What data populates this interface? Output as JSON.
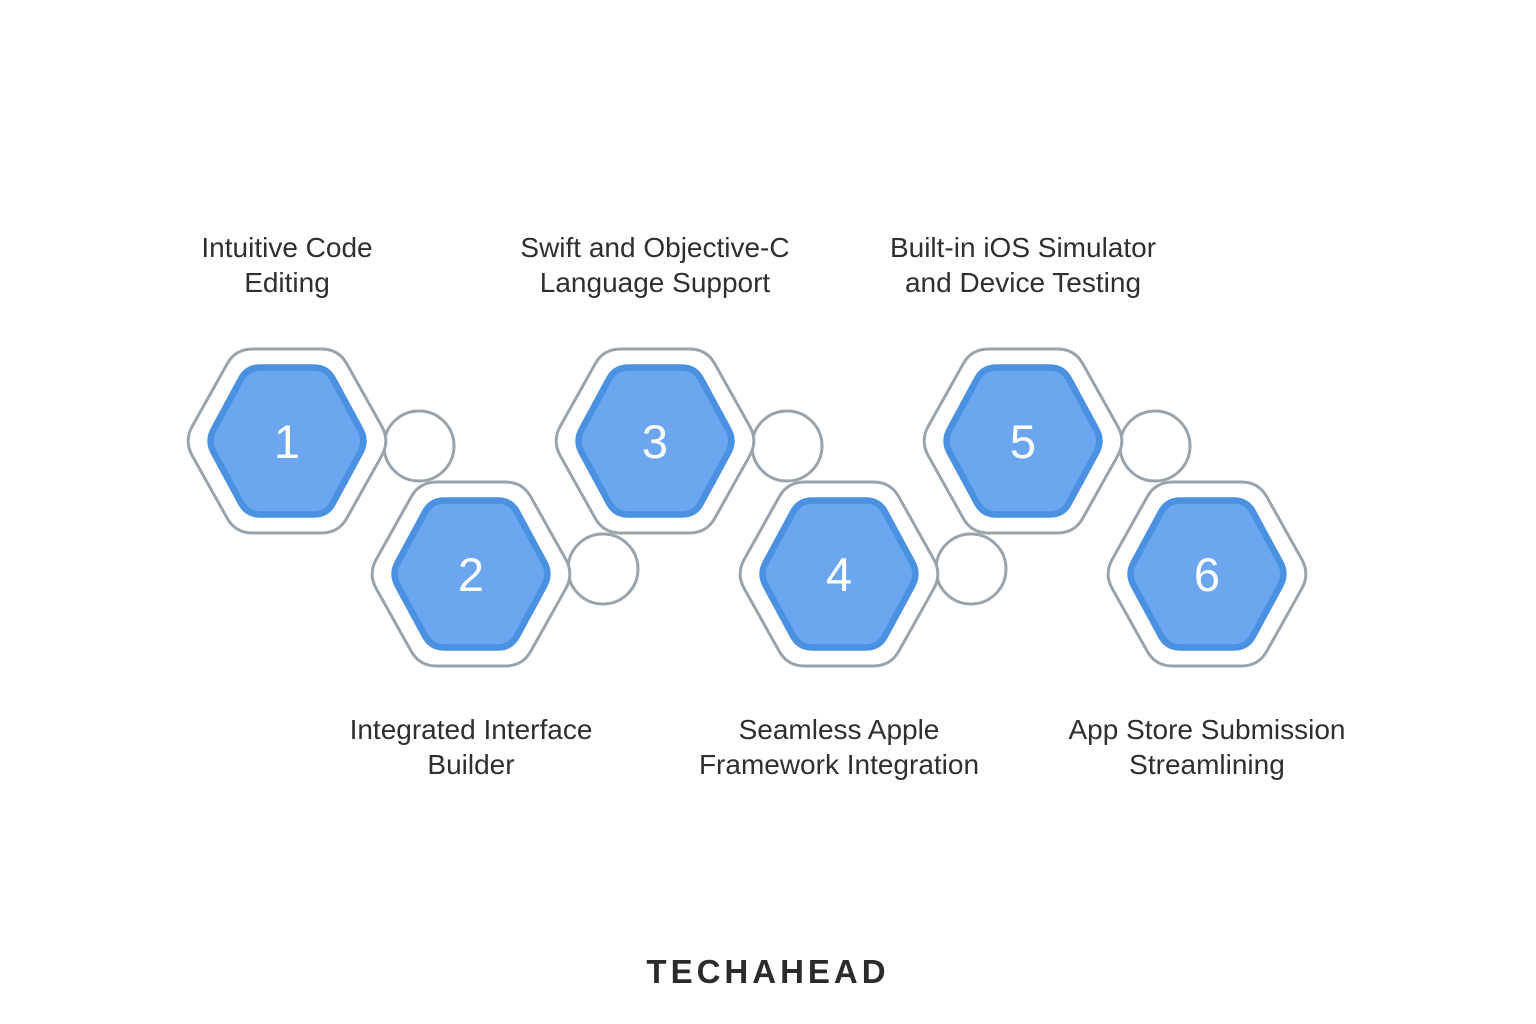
{
  "diagram": {
    "nodes": [
      {
        "number": "1",
        "label_lines": [
          "Intuitive Code",
          "Editing"
        ],
        "label_position": "above"
      },
      {
        "number": "2",
        "label_lines": [
          "Integrated Interface",
          "Builder"
        ],
        "label_position": "below"
      },
      {
        "number": "3",
        "label_lines": [
          "Swift and Objective-C",
          "Language Support"
        ],
        "label_position": "above"
      },
      {
        "number": "4",
        "label_lines": [
          "Seamless Apple",
          "Framework Integration"
        ],
        "label_position": "below"
      },
      {
        "number": "5",
        "label_lines": [
          "Built-in iOS Simulator",
          "and Device Testing"
        ],
        "label_position": "above"
      },
      {
        "number": "6",
        "label_lines": [
          "App Store Submission",
          "Streamlining"
        ],
        "label_position": "below"
      }
    ],
    "colors": {
      "hex_fill": "#6CA6EF",
      "hex_stroke": "#4B91E2",
      "outline_gray": "#99A3AC",
      "node_bg": "#FFFFFF",
      "number_text": "#FFFFFF",
      "label_text": "#2F2F2F",
      "logo_text": "#2B2B2B"
    }
  },
  "footer": {
    "brand": "TECHAHEAD"
  }
}
